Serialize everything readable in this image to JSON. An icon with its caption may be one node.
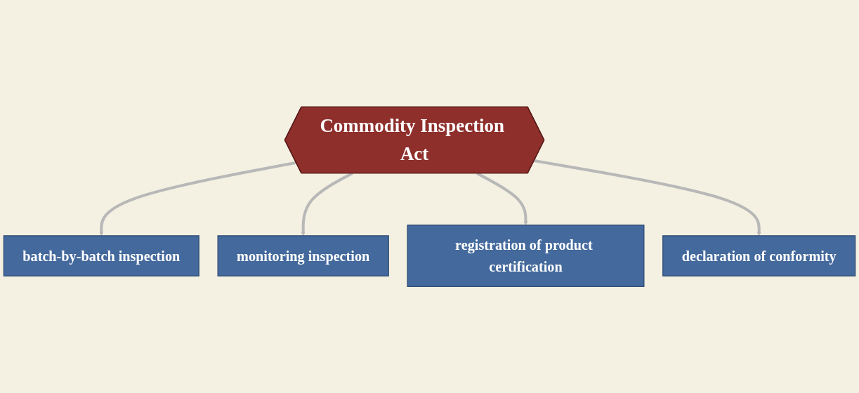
{
  "diagram": {
    "nodes": [
      {
        "text": [
          "Commodity Inspection Act"
        ]
      },
      {
        "text": [
          "batch-by-batch inspection"
        ]
      },
      {
        "text": [
          "monitoring inspection"
        ]
      },
      {
        "text": [
          "registration of product certification"
        ]
      },
      {
        "text": [
          "declaration of conformity"
        ]
      }
    ],
    "edges": [
      {
        "from": 0,
        "to": 1,
        "arrow": "to"
      },
      {
        "from": 0,
        "to": 2,
        "arrow": "to"
      },
      {
        "from": 0,
        "to": 3,
        "arrow": "to"
      },
      {
        "from": 0,
        "to": 4,
        "arrow": "to"
      }
    ]
  }
}
